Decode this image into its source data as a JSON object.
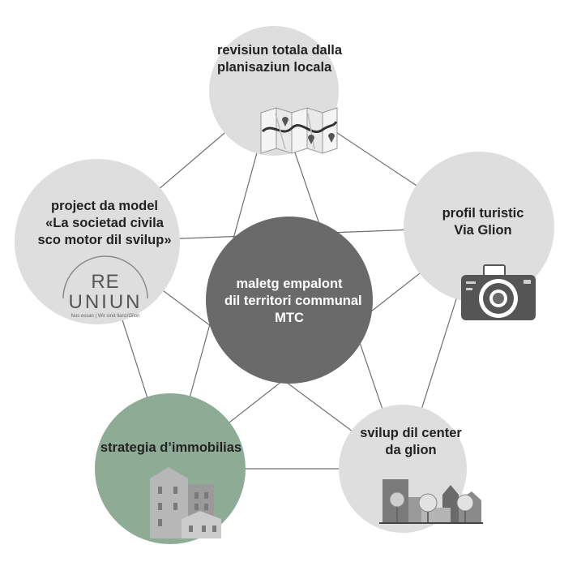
{
  "diagram": {
    "colors": {
      "outer_circle": "#dedede",
      "center_circle": "#6a6a6a",
      "highlight_circle": "#8eab95",
      "lines": "#6f6f6f"
    },
    "center": {
      "lines": [
        "maletg empalont",
        "dil territori communal",
        "MTC"
      ]
    },
    "nodes": {
      "top": {
        "lines": [
          "revisiun totala dalla",
          "planisaziun locala"
        ],
        "icon": "folded-map-icon"
      },
      "right": {
        "lines": [
          "profil turistic",
          "Via Glion"
        ],
        "icon": "camera-icon"
      },
      "bottom_right": {
        "lines": [
          "svilup dil center",
          "da glion"
        ],
        "icon": "town-center-icon"
      },
      "bottom_left": {
        "lines": [
          "strategia d’immobilias"
        ],
        "icon": "buildings-icon",
        "highlighted": true
      },
      "left": {
        "lines": [
          "project da model",
          "«La societad civila",
          "sco motor dil svilup»"
        ],
        "logo": {
          "line1": "RE",
          "line2": "UNIUN",
          "tagline": "Nus essan | Wir sind Ilanz/Glion"
        }
      }
    }
  }
}
